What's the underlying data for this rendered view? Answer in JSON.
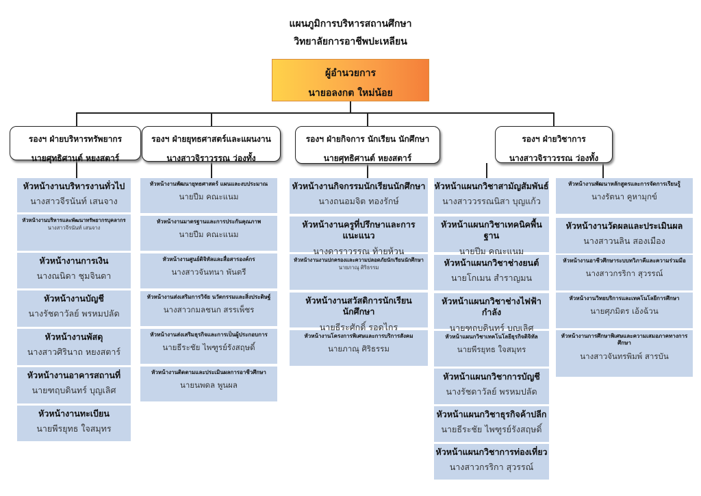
{
  "title_line1": "แผนภูมิการบริหารสถานศึกษา",
  "title_line2": "วิทยาลัยการอาชีพปะเหลียน",
  "director": {
    "title": "ผู้อำนวยการ",
    "name": "นายอลงกต ใหม่น้อย"
  },
  "deputies": [
    {
      "title": "รองฯ ฝ่ายบริหารทรัพยากร",
      "name": "นายศุทธิศานต์ หยงสตาร์"
    },
    {
      "title": "รองฯ ฝ่ายยุทธศาสตร์และแผนงาน",
      "name": "นางสาวจิราวรรณ ว่องทั้ง"
    },
    {
      "title": "รองฯ ฝ่ายกิจการ นักเรียน นักศึกษา",
      "name": "นายศุทธิศานต์ หยงสตาร์"
    },
    {
      "title": "รองฯ ฝ่ายวิชาการ",
      "name": "นางสาวจิราวรรณ ว่องทั้ง"
    }
  ],
  "col1": [
    {
      "head": "หัวหน้างานบริหารงานทั่วไป",
      "name": "นางสาวจีรนันท์ เสนจาง"
    },
    {
      "head": "หัวหน้างานบริหารและพัฒนาทรัพยากรบุคลากร",
      "name": "นางสาวจีรนันท์ เสนจาง"
    },
    {
      "head": "หัวหน้างานการเงิน",
      "name": "นางณนิดา ชุมจินดา"
    },
    {
      "head": "หัวหน้างานบัญชี",
      "name": "นางรัชดาวัลย์ พรหมปลัด"
    },
    {
      "head": "หัวหน้างานพัสดุ",
      "name": "นางสาวศิรินาถ หยงสตาร์"
    },
    {
      "head": "หัวหน้างานอาคารสถานที่",
      "name": "นายฑฤบดินทร์ บุญเลิศ"
    },
    {
      "head": "หัวหน้างานทะเบียน",
      "name": "นายพีรยุทธ ใจสมุทร"
    }
  ],
  "col2": [
    {
      "head": "หัวหน้างานพัฒนายุทธศาสตร์ แผนและงบประมาณ",
      "name": "นายปีม คณะแนม"
    },
    {
      "head": "หัวหน้างานมาตรฐานและการประกันคุณภาพ",
      "name": "นายปีม คณะแนม"
    },
    {
      "head": "หัวหน้างานศูนย์ดิจิทัลและสื่อสารองค์กร",
      "name": "นางสาวจันทนา พันตรี"
    },
    {
      "head": "หัวหน้างานส่งเสริมการวิจัย นวัตกรรมและสิ่งประดิษฐ์",
      "name": "นางสาวกมลชนก สรรเพ็ชร"
    },
    {
      "head": "หัวหน้างานส่งเสริมธุรกิจและการเป็นผู้ประกอบการ",
      "name": "นายธีระชัย ไพฑูรย์รังสฤษดิ์"
    },
    {
      "head": "หัวหน้างานติดตามและประเมินผลการอาชีวศึกษา",
      "name": "นายนพดล พูนผล"
    }
  ],
  "col3": [
    {
      "head": "หัวหน้างานกิจกรรมนักเรียนนักศึกษา",
      "name": "นางถนอมจิต ทองรักษ์"
    },
    {
      "head": "หัวหน้างานครูที่ปรึกษาและการแนะแนว",
      "name": "นางดาราวรรณ ท้ายห้วน"
    },
    {
      "head": "หัวหน้างานงานปกครองและความปลอดภัยนักเรียนนักศึกษา",
      "name": "นายภาณุ ศิริธรรม"
    },
    {
      "head": "หัวหน้างานสวัสดิการนักเรียน นักศึกษา",
      "name": "นายธีระศักดิ์ รอดไกร"
    },
    {
      "head": "หัวหน้างานโครงการพิเศษและการบริการสังคม",
      "name": "นายภาณุ ศิริธรรม"
    }
  ],
  "col4": [
    {
      "head": "หัวหน้าแผนกวิชาสามัญสัมพันธ์",
      "name": "นางสาววรรณนิสา บุญแก้ว"
    },
    {
      "head": "หัวหน้าแผนกวิชาเทคนิคพื้นฐาน",
      "name": "นายปีม คณะแนม"
    },
    {
      "head": "หัวหน้าแผนกวิชาช่างยนต์",
      "name": "นายโกเมน สำราญมน"
    },
    {
      "head": "หัวหน้าแผนกวิชาช่างไฟฟ้ากำลัง",
      "name": "นายฑฤบดินทร์ บุญเลิศ"
    },
    {
      "head": "หัวหน้าแผนกวิชาเทคโนโลยีธุรกิจดิจิทัล",
      "name": "นายพีรยุทธ ใจสมุทร"
    },
    {
      "head": "หัวหน้าแผนกวิชาการบัญชี",
      "name": "นางรัชดาวัลย์ พรหมปลัด"
    },
    {
      "head": "หัวหน้าแผนกวิชาธุรกิจค้าปลีก",
      "name": "นายธีระชัย ไพฑูรย์รังสฤษดิ์"
    },
    {
      "head": "หัวหน้าแผนกวิชาการท่องเที่ยว",
      "name": "นางสาวกรริกา สุวรรณ์"
    }
  ],
  "col5": [
    {
      "head": "หัวหน้างานพัฒนาหลักสูตรและการจัดการเรียนรู้",
      "name": "นางรัตนา คูหามุกข์"
    },
    {
      "head": "หัวหน้างานวัดผลและประเมินผล",
      "name": "นางสาวนลิน สองเมือง"
    },
    {
      "head": "หัวหน้างานอาชีวศึกษาระบบทวิภาคีและความร่วมมือ",
      "name": "นางสาวกรริกา สุวรรณ์"
    },
    {
      "head": "หัวหน้างานวิทยบริการและเทคโนโลยีการศึกษา",
      "name": "นายศุภมิตร เอ้งฉ้วน"
    },
    {
      "head": "หัวหน้างานการศึกษาพิเศษและความเสมอภาคทางการศึกษา",
      "name": "นางสาวจันทรพิมพ์ สารบัน"
    }
  ]
}
